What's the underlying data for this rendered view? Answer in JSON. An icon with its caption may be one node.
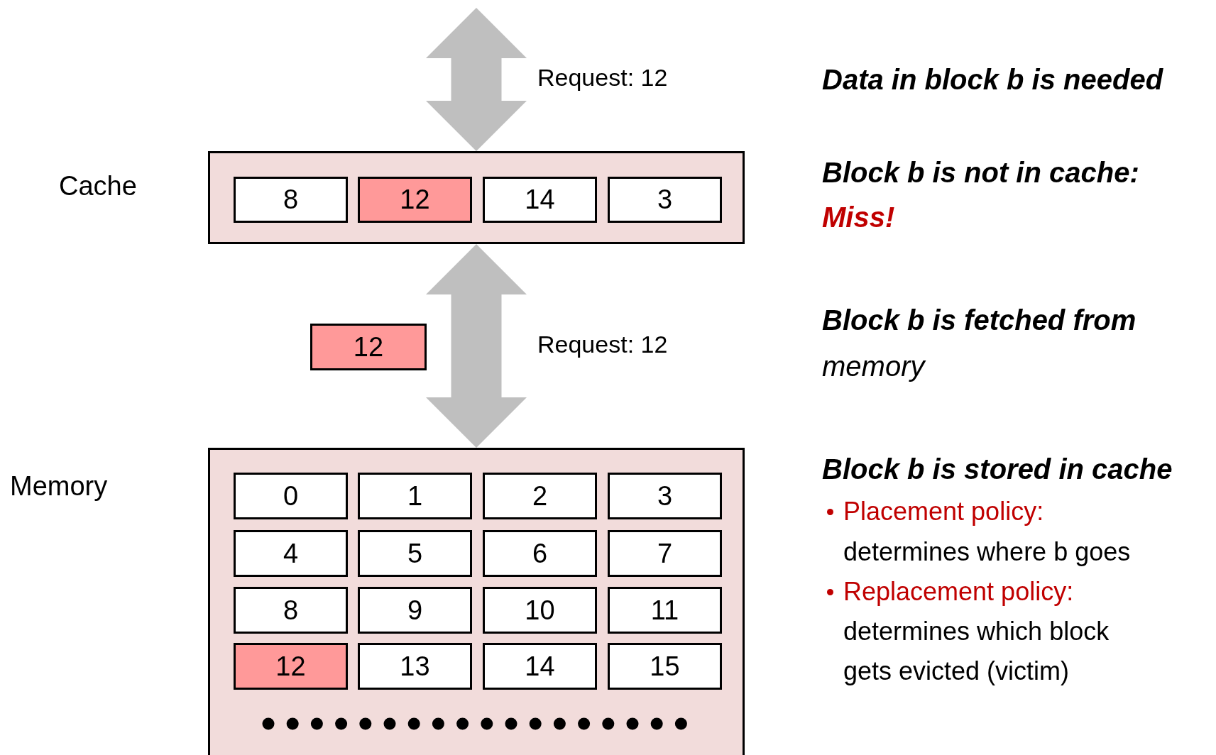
{
  "diagram": {
    "nodes": [
      {
        "text": [
          "Cache"
        ]
      },
      {
        "text": [
          "8"
        ],
        "in": 0
      },
      {
        "text": [
          "12"
        ],
        "in": 0
      },
      {
        "text": [
          "14"
        ],
        "in": 0
      },
      {
        "text": [
          "3"
        ],
        "in": 0
      },
      {
        "text": [
          "12"
        ]
      },
      {
        "text": [
          "Memory"
        ]
      },
      {
        "text": [
          "0"
        ],
        "in": 6
      },
      {
        "text": [
          "1"
        ],
        "in": 6
      },
      {
        "text": [
          "2"
        ],
        "in": 6
      },
      {
        "text": [
          "3"
        ],
        "in": 6
      },
      {
        "text": [
          "4"
        ],
        "in": 6
      },
      {
        "text": [
          "5"
        ],
        "in": 6
      },
      {
        "text": [
          "6"
        ],
        "in": 6
      },
      {
        "text": [
          "7"
        ],
        "in": 6
      },
      {
        "text": [
          "8"
        ],
        "in": 6
      },
      {
        "text": [
          "9"
        ],
        "in": 6
      },
      {
        "text": [
          "10"
        ],
        "in": 6
      },
      {
        "text": [
          "11"
        ],
        "in": 6
      },
      {
        "text": [
          "12"
        ],
        "in": 6
      },
      {
        "text": [
          "13"
        ],
        "in": 6
      },
      {
        "text": [
          "14"
        ],
        "in": 6
      },
      {
        "text": [
          "15"
        ],
        "in": 6
      }
    ],
    "edges": [
      {
        "from": null,
        "to": 0,
        "arrow": "both",
        "label": "Request: 12"
      },
      {
        "from": 6,
        "to": 0,
        "arrow": "both",
        "label": "Request: 12"
      }
    ],
    "labels": [
      "Data in block b is needed",
      "Block b is not in cache:",
      "Miss!",
      "**Block b is fetched from** memory",
      "Block b is stored in cache",
      "Placement policy:",
      "determines where b goes",
      "Replacement policy:",
      "determines which block gets evicted (victim)"
    ]
  }
}
